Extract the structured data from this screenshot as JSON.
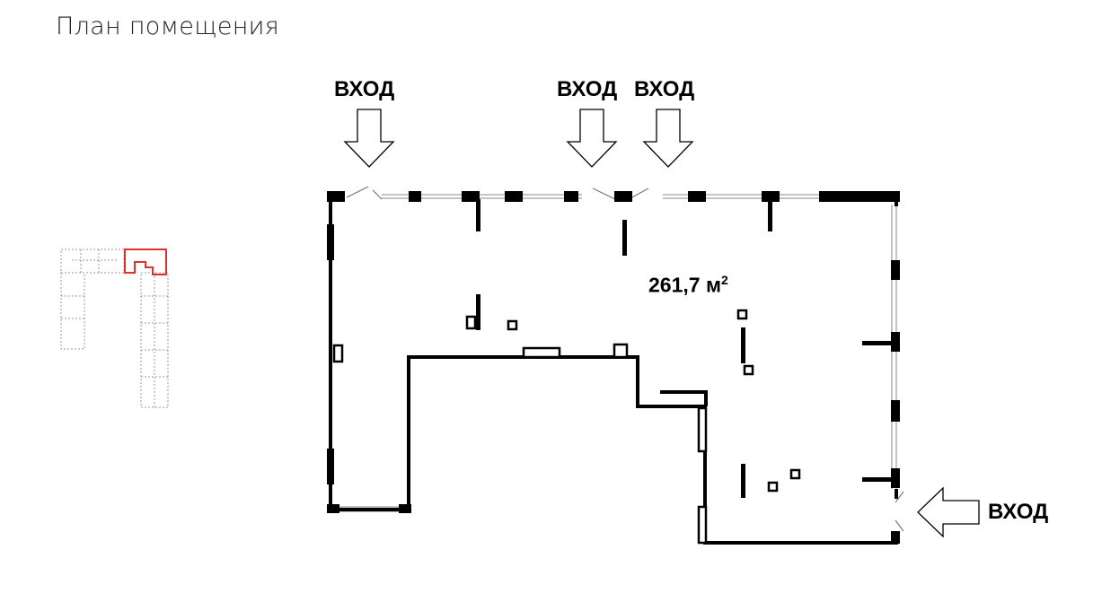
{
  "title": "План помещения",
  "entrances": [
    "ВХОД",
    "ВХОД",
    "ВХОД",
    "ВХОД"
  ],
  "area": {
    "value": "261,7 м",
    "unit_sup": "2"
  },
  "colors": {
    "wall": "#000000",
    "highlight": "#e03030",
    "text": "#222222"
  }
}
